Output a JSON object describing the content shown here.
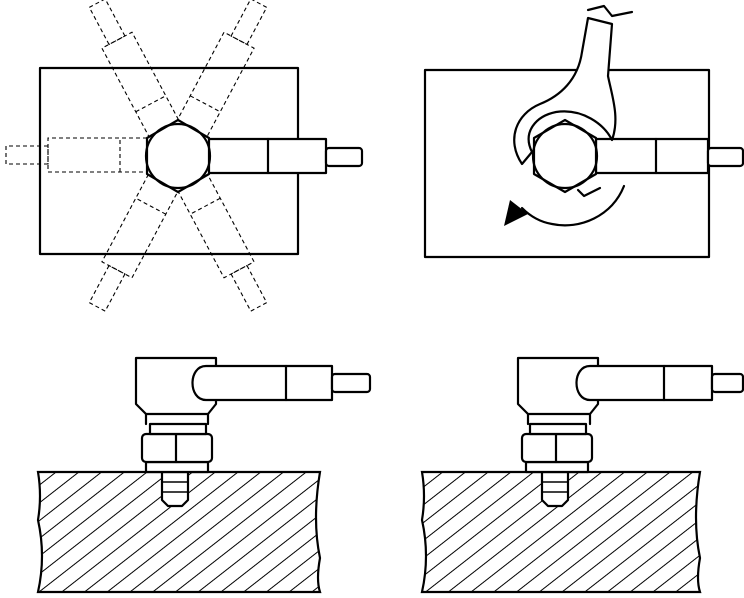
{
  "figure": {
    "background": "#ffffff",
    "line_color": "#000000",
    "panels": [
      {
        "id": "rotation-positions",
        "description_icon": "sensor-rotation-positions"
      },
      {
        "id": "wrench-tightening",
        "description_icon": "wrench-icon"
      },
      {
        "id": "mounted-side-view-left",
        "description_icon": "mounted-sensor-icon"
      },
      {
        "id": "mounted-side-view-right",
        "description_icon": "mounted-sensor-icon"
      }
    ]
  }
}
